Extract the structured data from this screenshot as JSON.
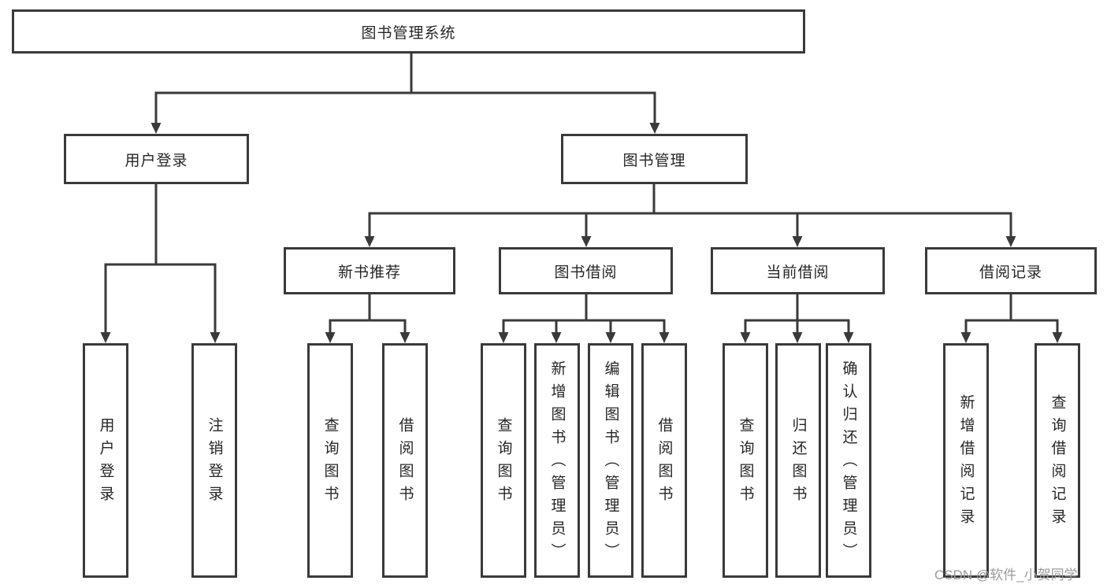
{
  "diagram": {
    "root": {
      "label": "图书管理系统",
      "children": [
        {
          "label": "用户登录",
          "children": [
            {
              "label": "用户登录"
            },
            {
              "label": "注销登录"
            }
          ]
        },
        {
          "label": "图书管理",
          "children": [
            {
              "label": "新书推荐",
              "children": [
                {
                  "label": "查询图书"
                },
                {
                  "label": "借阅图书"
                }
              ]
            },
            {
              "label": "图书借阅",
              "children": [
                {
                  "label": "查询图书"
                },
                {
                  "label": "新增图书（管理员）"
                },
                {
                  "label": "编辑图书（管理员）"
                },
                {
                  "label": "借阅图书"
                }
              ]
            },
            {
              "label": "当前借阅",
              "children": [
                {
                  "label": "查询图书"
                },
                {
                  "label": "归还图书"
                },
                {
                  "label": "确认归还（管理员）"
                }
              ]
            },
            {
              "label": "借阅记录",
              "children": [
                {
                  "label": "新增借阅记录"
                },
                {
                  "label": "查询借阅记录"
                }
              ]
            }
          ]
        }
      ]
    }
  },
  "watermark": {
    "text": "CSDN @软件_小贺同学"
  },
  "colors": {
    "line": "#3a3a3a",
    "box_border": "#3a3a3a",
    "text": "#262626",
    "watermark": "#9b9b9b",
    "background": "#ffffff"
  }
}
